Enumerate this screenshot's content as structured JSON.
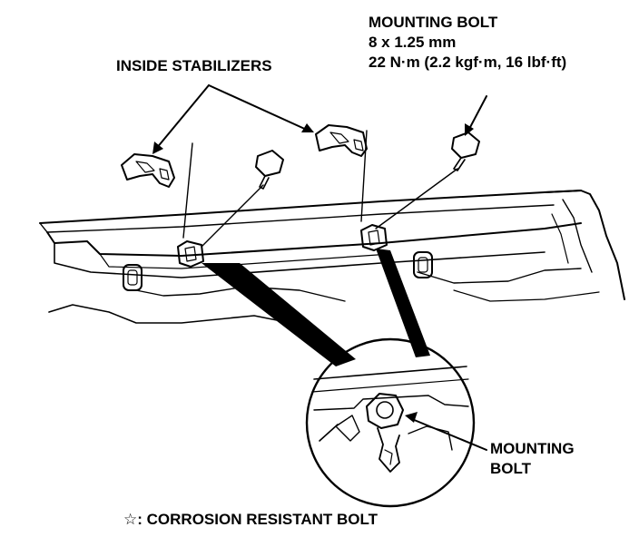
{
  "labels": {
    "inside_stabilizers": "INSIDE STABILIZERS",
    "mounting_bolt_top": {
      "line1": "MOUNTING BOLT",
      "line2": "8 x 1.25 mm",
      "line3": "22 N·m (2.2 kgf·m, 16 lbf·ft)"
    },
    "mounting_bolt_detail": {
      "line1": "MOUNTING",
      "line2": "BOLT"
    },
    "legend": {
      "symbol": "☆",
      "text": ": CORROSION RESISTANT BOLT"
    }
  },
  "colors": {
    "ink": "#000000",
    "paper": "#ffffff"
  }
}
